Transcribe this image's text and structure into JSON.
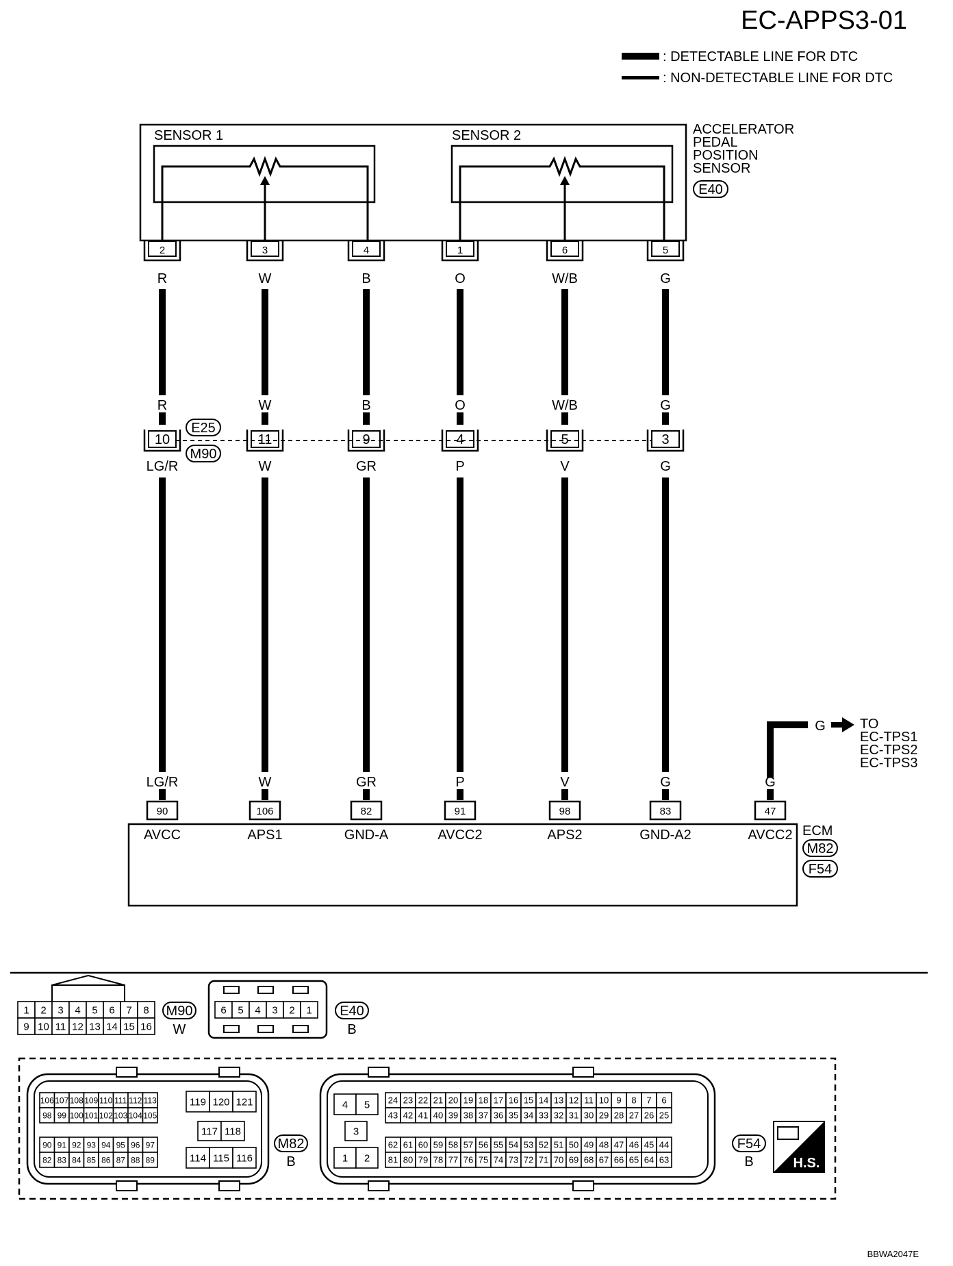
{
  "title": "EC-APPS3-01",
  "legend": [
    {
      "style": "thick",
      "label": ": DETECTABLE LINE FOR DTC"
    },
    {
      "style": "thin",
      "label": ": NON-DETECTABLE LINE FOR DTC"
    }
  ],
  "sensor": {
    "name_lines": [
      "ACCELERATOR",
      "PEDAL",
      "POSITION",
      "SENSOR"
    ],
    "connector": "E40",
    "sensor1_label": "SENSOR 1",
    "sensor2_label": "SENSOR 2"
  },
  "wires": [
    {
      "sensor_pin": "2",
      "color_top": "R",
      "joint_pin": "10",
      "color_bottom": "LG/R",
      "ecm_pin": "90",
      "ecm_signal": "AVCC"
    },
    {
      "sensor_pin": "3",
      "color_top": "W",
      "joint_pin": "11",
      "color_bottom": "W",
      "ecm_pin": "106",
      "ecm_signal": "APS1"
    },
    {
      "sensor_pin": "4",
      "color_top": "B",
      "joint_pin": "9",
      "color_bottom": "GR",
      "ecm_pin": "82",
      "ecm_signal": "GND-A"
    },
    {
      "sensor_pin": "1",
      "color_top": "O",
      "joint_pin": "4",
      "color_bottom": "P",
      "ecm_pin": "91",
      "ecm_signal": "AVCC2"
    },
    {
      "sensor_pin": "6",
      "color_top": "W/B",
      "joint_pin": "5",
      "color_bottom": "V",
      "ecm_pin": "98",
      "ecm_signal": "APS2"
    },
    {
      "sensor_pin": "5",
      "color_top": "G",
      "joint_pin": "3",
      "color_bottom": "G",
      "ecm_pin": "83",
      "ecm_signal": "GND-A2"
    }
  ],
  "joint_connectors": [
    "E25",
    "M90"
  ],
  "extra_branch": {
    "color": "G",
    "ecm_pin": "47",
    "ecm_signal": "AVCC2",
    "to_lines": [
      "TO",
      "EC-TPS1",
      "EC-TPS2",
      "EC-TPS3"
    ]
  },
  "ecm": {
    "label": "ECM",
    "connectors": [
      "M82",
      "F54"
    ]
  },
  "connector_views": {
    "M90": {
      "id": "M90",
      "color": "W",
      "row1": [
        "1",
        "2",
        "3",
        "4",
        "5",
        "6",
        "7",
        "8"
      ],
      "row2": [
        "9",
        "10",
        "11",
        "12",
        "13",
        "14",
        "15",
        "16"
      ]
    },
    "E40": {
      "id": "E40",
      "color": "B",
      "pins": [
        "6",
        "5",
        "4",
        "3",
        "2",
        "1"
      ]
    },
    "M82": {
      "id": "M82",
      "color": "B",
      "upper_row1": [
        "106",
        "107",
        "108",
        "109",
        "110",
        "111",
        "112",
        "113"
      ],
      "upper_row2": [
        "98",
        "99",
        "100",
        "101",
        "102",
        "103",
        "104",
        "105"
      ],
      "lower_row1": [
        "90",
        "91",
        "92",
        "93",
        "94",
        "95",
        "96",
        "97"
      ],
      "lower_row2": [
        "82",
        "83",
        "84",
        "85",
        "86",
        "87",
        "88",
        "89"
      ],
      "right_top": [
        "119",
        "120",
        "121"
      ],
      "right_mid": [
        "117",
        "118"
      ],
      "right_bottom": [
        "114",
        "115",
        "116"
      ]
    },
    "F54": {
      "id": "F54",
      "color": "B",
      "left_top": [
        "4",
        "5"
      ],
      "left_mid": [
        "3"
      ],
      "left_bottom": [
        "1",
        "2"
      ],
      "row1": [
        "24",
        "23",
        "22",
        "21",
        "20",
        "19",
        "18",
        "17",
        "16",
        "15",
        "14",
        "13",
        "12",
        "11",
        "10",
        "9",
        "8",
        "7",
        "6"
      ],
      "row2": [
        "43",
        "42",
        "41",
        "40",
        "39",
        "38",
        "37",
        "36",
        "35",
        "34",
        "33",
        "32",
        "31",
        "30",
        "29",
        "28",
        "27",
        "26",
        "25"
      ],
      "row3": [
        "62",
        "61",
        "60",
        "59",
        "58",
        "57",
        "56",
        "55",
        "54",
        "53",
        "52",
        "51",
        "50",
        "49",
        "48",
        "47",
        "46",
        "45",
        "44"
      ],
      "row4": [
        "81",
        "80",
        "79",
        "78",
        "77",
        "76",
        "75",
        "74",
        "73",
        "72",
        "71",
        "70",
        "69",
        "68",
        "67",
        "66",
        "65",
        "64",
        "63"
      ]
    }
  },
  "hs_badge": "H.S.",
  "figure_code": "BBWA2047E"
}
